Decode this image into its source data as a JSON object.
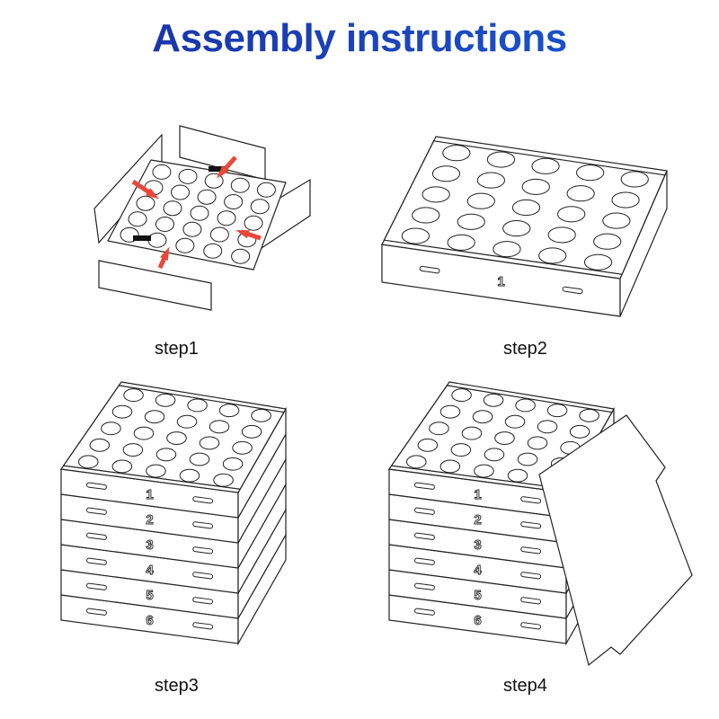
{
  "title": "Assembly instructions",
  "steps": [
    {
      "label": "step1"
    },
    {
      "label": "step2",
      "layer_numbers": [
        "1"
      ]
    },
    {
      "label": "step3",
      "layer_numbers": [
        "6",
        "5",
        "4",
        "3",
        "2",
        "1"
      ]
    },
    {
      "label": "step4",
      "layer_numbers": [
        "6",
        "5",
        "4",
        "3",
        "2",
        "1"
      ]
    }
  ],
  "colors": {
    "title": "#1a3fc0",
    "arrow": "#e8473a",
    "line": "#222222"
  }
}
